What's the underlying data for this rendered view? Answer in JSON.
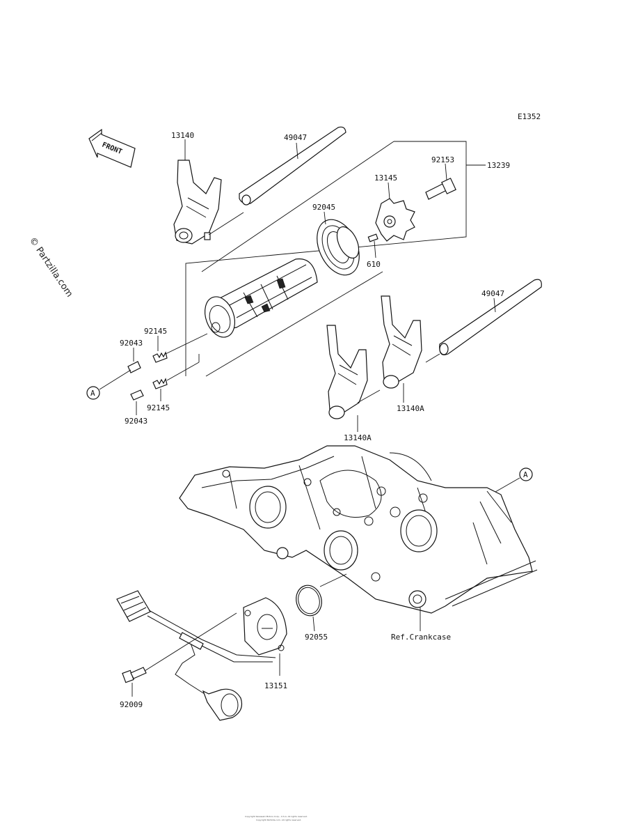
{
  "diagram": {
    "code": "E1352",
    "watermark": "© Partzilla.com",
    "front_arrow_label": "FRONT",
    "ref_marker": "A",
    "parts": {
      "fork_13140": "13140",
      "shaft_49047_upper": "49047",
      "shaft_49047_lower": "49047",
      "bolt_92153": "92153",
      "segment_13145": "13145",
      "group_13239": "13239",
      "bearing_92045": "92045",
      "pin_610": "610",
      "spring_92145_upper": "92145",
      "spring_92145_lower": "92145",
      "pin_92043_upper": "92043",
      "pin_92043_lower": "92043",
      "fork_13140A_right": "13140A",
      "fork_13140A_left": "13140A",
      "oring_92055": "92055",
      "crankcase_ref": "Ref.Crankcase",
      "sensor_13151": "13151",
      "bolt_92009": "92009"
    },
    "footer_line1": "Copyright Kawasaki Motors Corp., U.S.A. All rights reserved.",
    "footer_line2": "Copyright Partzilla.com. All rights reserved."
  }
}
